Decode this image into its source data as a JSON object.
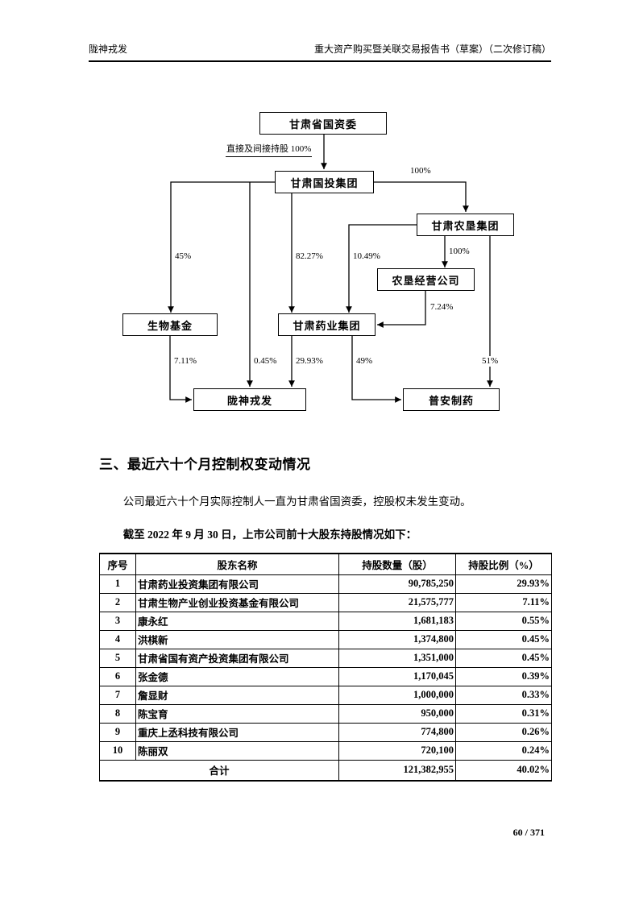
{
  "header": {
    "left": "陇神戎发",
    "right": "重大资产购买暨关联交易报告书（草案）（二次修订稿）"
  },
  "diagram": {
    "nodes": [
      {
        "id": "gansu-guoziwei",
        "label": "甘肃省国资委"
      },
      {
        "id": "gansu-guotou-group",
        "label": "甘肃国投集团"
      },
      {
        "id": "gansu-nongken-group",
        "label": "甘肃农垦集团"
      },
      {
        "id": "nongken-jingying-company",
        "label": "农垦经营公司"
      },
      {
        "id": "gansu-yaoye-group",
        "label": "甘肃药业集团"
      },
      {
        "id": "shengwu-fund",
        "label": "生物基金"
      },
      {
        "id": "longshen-rongfa",
        "label": "陇神戎发"
      },
      {
        "id": "puan-zhiyao",
        "label": "普安制药"
      }
    ],
    "edges": [
      {
        "from": "甘肃省国资委",
        "to": "甘肃国投集团",
        "label": "直接及间接持股 100%"
      },
      {
        "from": "甘肃国投集团",
        "to": "甘肃农垦集团",
        "label": "100%"
      },
      {
        "from": "甘肃国投集团",
        "to": "生物基金",
        "label": "45%"
      },
      {
        "from": "甘肃国投集团",
        "to": "甘肃药业集团",
        "label": "82.27%"
      },
      {
        "from": "甘肃农垦集团",
        "to": "甘肃药业集团",
        "label": "10.49%"
      },
      {
        "from": "甘肃农垦集团",
        "to": "农垦经营公司",
        "label": "100%"
      },
      {
        "from": "农垦经营公司",
        "to": "甘肃药业集团",
        "label": "7.24%"
      },
      {
        "from": "生物基金",
        "to": "陇神戎发",
        "label": "7.11%"
      },
      {
        "from": "甘肃国投集团",
        "to": "陇神戎发",
        "label": "0.45%"
      },
      {
        "from": "甘肃药业集团",
        "to": "陇神戎发",
        "label": "29.93%"
      },
      {
        "from": "甘肃药业集团",
        "to": "普安制药",
        "label": "49%"
      },
      {
        "from": "甘肃农垦集团",
        "to": "普安制药",
        "label": "51%"
      }
    ]
  },
  "section": {
    "heading": "三、最近六十个月控制权变动情况",
    "paragraph": "公司最近六十个月实际控制人一直为甘肃省国资委，控股权未发生变动。",
    "table_intro": "截至 2022 年 9 月 30 日，上市公司前十大股东持股情况如下："
  },
  "table": {
    "headers": [
      "序号",
      "股东名称",
      "持股数量（股）",
      "持股比例（%）"
    ],
    "rows": [
      [
        "1",
        "甘肃药业投资集团有限公司",
        "90,785,250",
        "29.93%"
      ],
      [
        "2",
        "甘肃生物产业创业投资基金有限公司",
        "21,575,777",
        "7.11%"
      ],
      [
        "3",
        "康永红",
        "1,681,183",
        "0.55%"
      ],
      [
        "4",
        "洪棋新",
        "1,374,800",
        "0.45%"
      ],
      [
        "5",
        "甘肃省国有资产投资集团有限公司",
        "1,351,000",
        "0.45%"
      ],
      [
        "6",
        "张金德",
        "1,170,045",
        "0.39%"
      ],
      [
        "7",
        "詹显财",
        "1,000,000",
        "0.33%"
      ],
      [
        "8",
        "陈宝育",
        "950,000",
        "0.31%"
      ],
      [
        "9",
        "重庆上丞科技有限公司",
        "774,800",
        "0.26%"
      ],
      [
        "10",
        "陈丽双",
        "720,100",
        "0.24%"
      ]
    ],
    "total": {
      "label": "合计",
      "shares": "121,382,955",
      "ratio": "40.02%"
    }
  },
  "footer": {
    "page_number": "60 / 371"
  }
}
